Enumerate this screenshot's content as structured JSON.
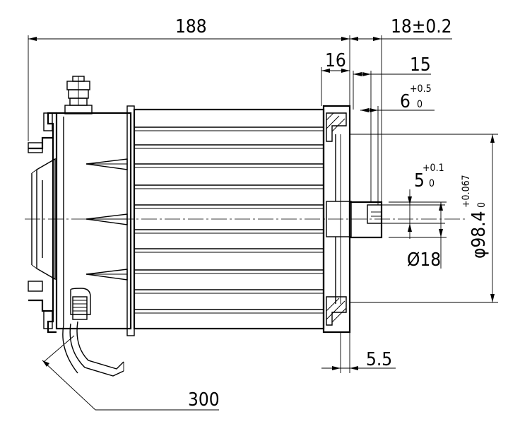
{
  "dimensions": {
    "overall_length": "188",
    "shaft_length": "18±0.2",
    "flange_width": "16",
    "shaft_offset": "15",
    "key_length_base": "6",
    "key_length_tol_upper": "+0.5",
    "key_length_tol_lower": "0",
    "key_width_base": "5",
    "key_width_tol_upper": "+0.1",
    "key_width_tol_lower": "0",
    "pilot_diameter_base": "φ98.4",
    "pilot_diameter_tol_upper": "+0.067",
    "pilot_diameter_tol_lower": "0",
    "shaft_diameter": "Ø18",
    "pilot_depth": "5.5",
    "cable_length": "300"
  }
}
